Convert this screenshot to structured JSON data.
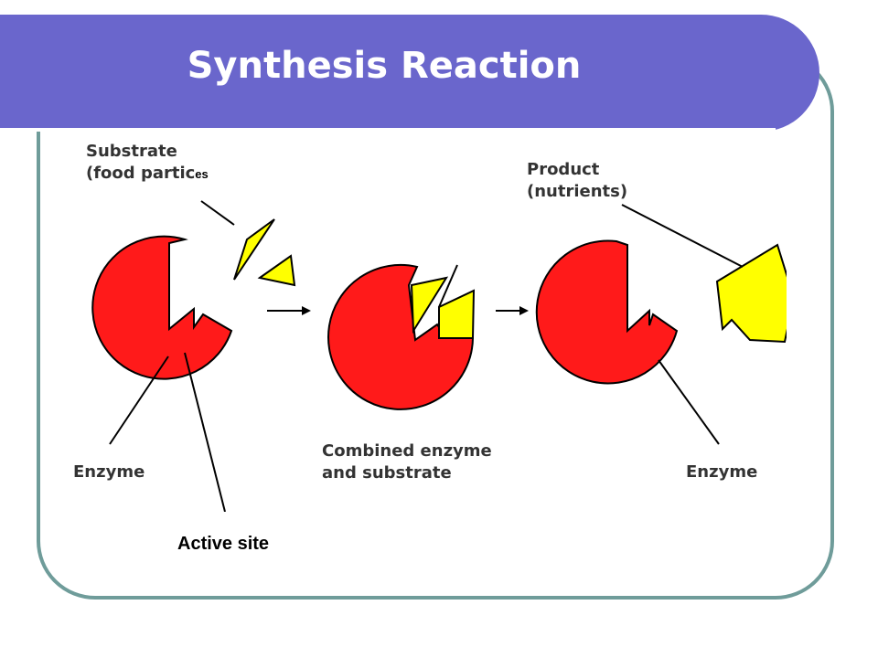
{
  "slide": {
    "title": "Synthesis Reaction",
    "colors": {
      "title_bar": "#6a66cc",
      "frame_border": "#6f9c9a",
      "enzyme": "#ff1a1a",
      "substrate": "#ffff00"
    }
  },
  "diagram": {
    "substrate_label_line1": "Substrate",
    "substrate_label_line2": "(food partic",
    "substrate_label_suffix": "es",
    "product_label_line1": "Product",
    "product_label_line2": "(nutrients)",
    "enzyme_label_left": "Enzyme",
    "combined_label_line1": "Combined enzyme",
    "combined_label_line2": "and substrate",
    "enzyme_label_right": "Enzyme",
    "active_site_label": "Active site"
  }
}
